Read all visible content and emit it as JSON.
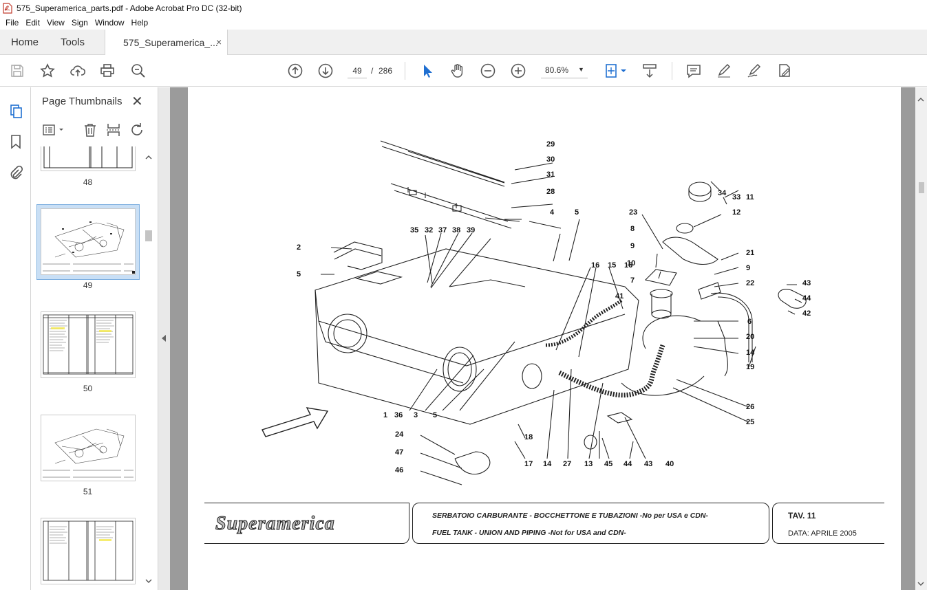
{
  "window": {
    "title": "575_Superamerica_parts.pdf - Adobe Acrobat Pro DC (32-bit)"
  },
  "menu": [
    "File",
    "Edit",
    "View",
    "Sign",
    "Window",
    "Help"
  ],
  "tabs": {
    "home": "Home",
    "tools": "Tools",
    "document": "575_Superamerica_...",
    "close": "×"
  },
  "toolbar": {
    "page_current": "49",
    "page_sep": "/",
    "page_total": "286",
    "zoom": "80.6%",
    "icons": [
      "save-icon",
      "star-icon",
      "upload-icon",
      "print-icon",
      "zoom-search-icon",
      "page-up-icon",
      "page-down-icon",
      "select-arrow-icon",
      "hand-icon",
      "zoom-out-icon",
      "zoom-in-icon",
      "fit-page-icon",
      "scroll-mode-icon",
      "comment-icon",
      "pen-icon",
      "sign-icon",
      "edit-export-icon"
    ]
  },
  "sidebar": {
    "title": "Page Thumbnails",
    "close": "✕",
    "thumbnails": [
      {
        "page": "48",
        "selected": false
      },
      {
        "page": "49",
        "selected": true
      },
      {
        "page": "50",
        "selected": false
      },
      {
        "page": "51",
        "selected": false
      }
    ]
  },
  "drawing": {
    "callouts": [
      "29",
      "30",
      "31",
      "28",
      "4",
      "5",
      "34",
      "33",
      "11",
      "12",
      "23",
      "8",
      "9",
      "10",
      "7",
      "21",
      "9",
      "22",
      "43",
      "44",
      "42",
      "2",
      "5",
      "35",
      "32",
      "37",
      "38",
      "39",
      "16",
      "15",
      "16",
      "41",
      "6",
      "20",
      "14",
      "19",
      "26",
      "25",
      "1",
      "36",
      "3",
      "5",
      "24",
      "18",
      "47",
      "17",
      "46",
      "14",
      "27",
      "13",
      "45",
      "44",
      "43",
      "40"
    ]
  },
  "title_block": {
    "brand": "Superamerica",
    "line_it": "SERBATOIO CARBURANTE - BOCCHETTONE E TUBAZIONI -No per USA e CDN-",
    "line_en": "FUEL TANK - UNION AND PIPING -Not for USA and CDN-",
    "tav": "TAV. 11",
    "data": "DATA: APRILE 2005"
  }
}
